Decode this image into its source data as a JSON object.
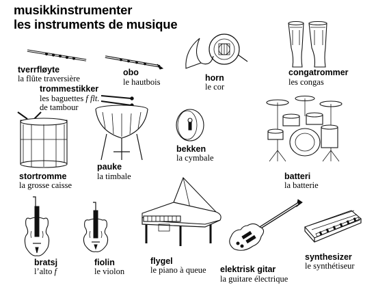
{
  "title": {
    "norwegian": "musikkinstrumenter",
    "french": "les instruments de musique"
  },
  "instruments": {
    "flute": {
      "no": "tverrfløyte",
      "fr": "la flûte traversière"
    },
    "oboe": {
      "no": "obo",
      "fr": "le hautbois"
    },
    "horn": {
      "no": "horn",
      "fr": "le cor"
    },
    "congas": {
      "no": "congatrommer",
      "fr": "les congas"
    },
    "drumsticks": {
      "no": "trommestikker",
      "fr1": "les baguettes",
      "fr1_suffix": "f flt.",
      "fr2": "de tambour"
    },
    "bass_drum": {
      "no": "stortromme",
      "fr": "la grosse caisse"
    },
    "timpani": {
      "no": "pauke",
      "fr": "la timbale"
    },
    "cymbal": {
      "no": "bekken",
      "fr": "la cymbale"
    },
    "drum_kit": {
      "no": "batteri",
      "fr": "la batterie"
    },
    "viola": {
      "no": "bratsj",
      "fr": "l’alto",
      "fr_suffix": "f"
    },
    "violin": {
      "no": "fiolin",
      "fr": "le violon"
    },
    "grand_piano": {
      "no": "flygel",
      "fr": "le piano à queue"
    },
    "electric_guitar": {
      "no": "elektrisk gitar",
      "fr": "la guitare électrique"
    },
    "synthesizer": {
      "no": "synthesizer",
      "fr": "le synthétiseur"
    }
  }
}
